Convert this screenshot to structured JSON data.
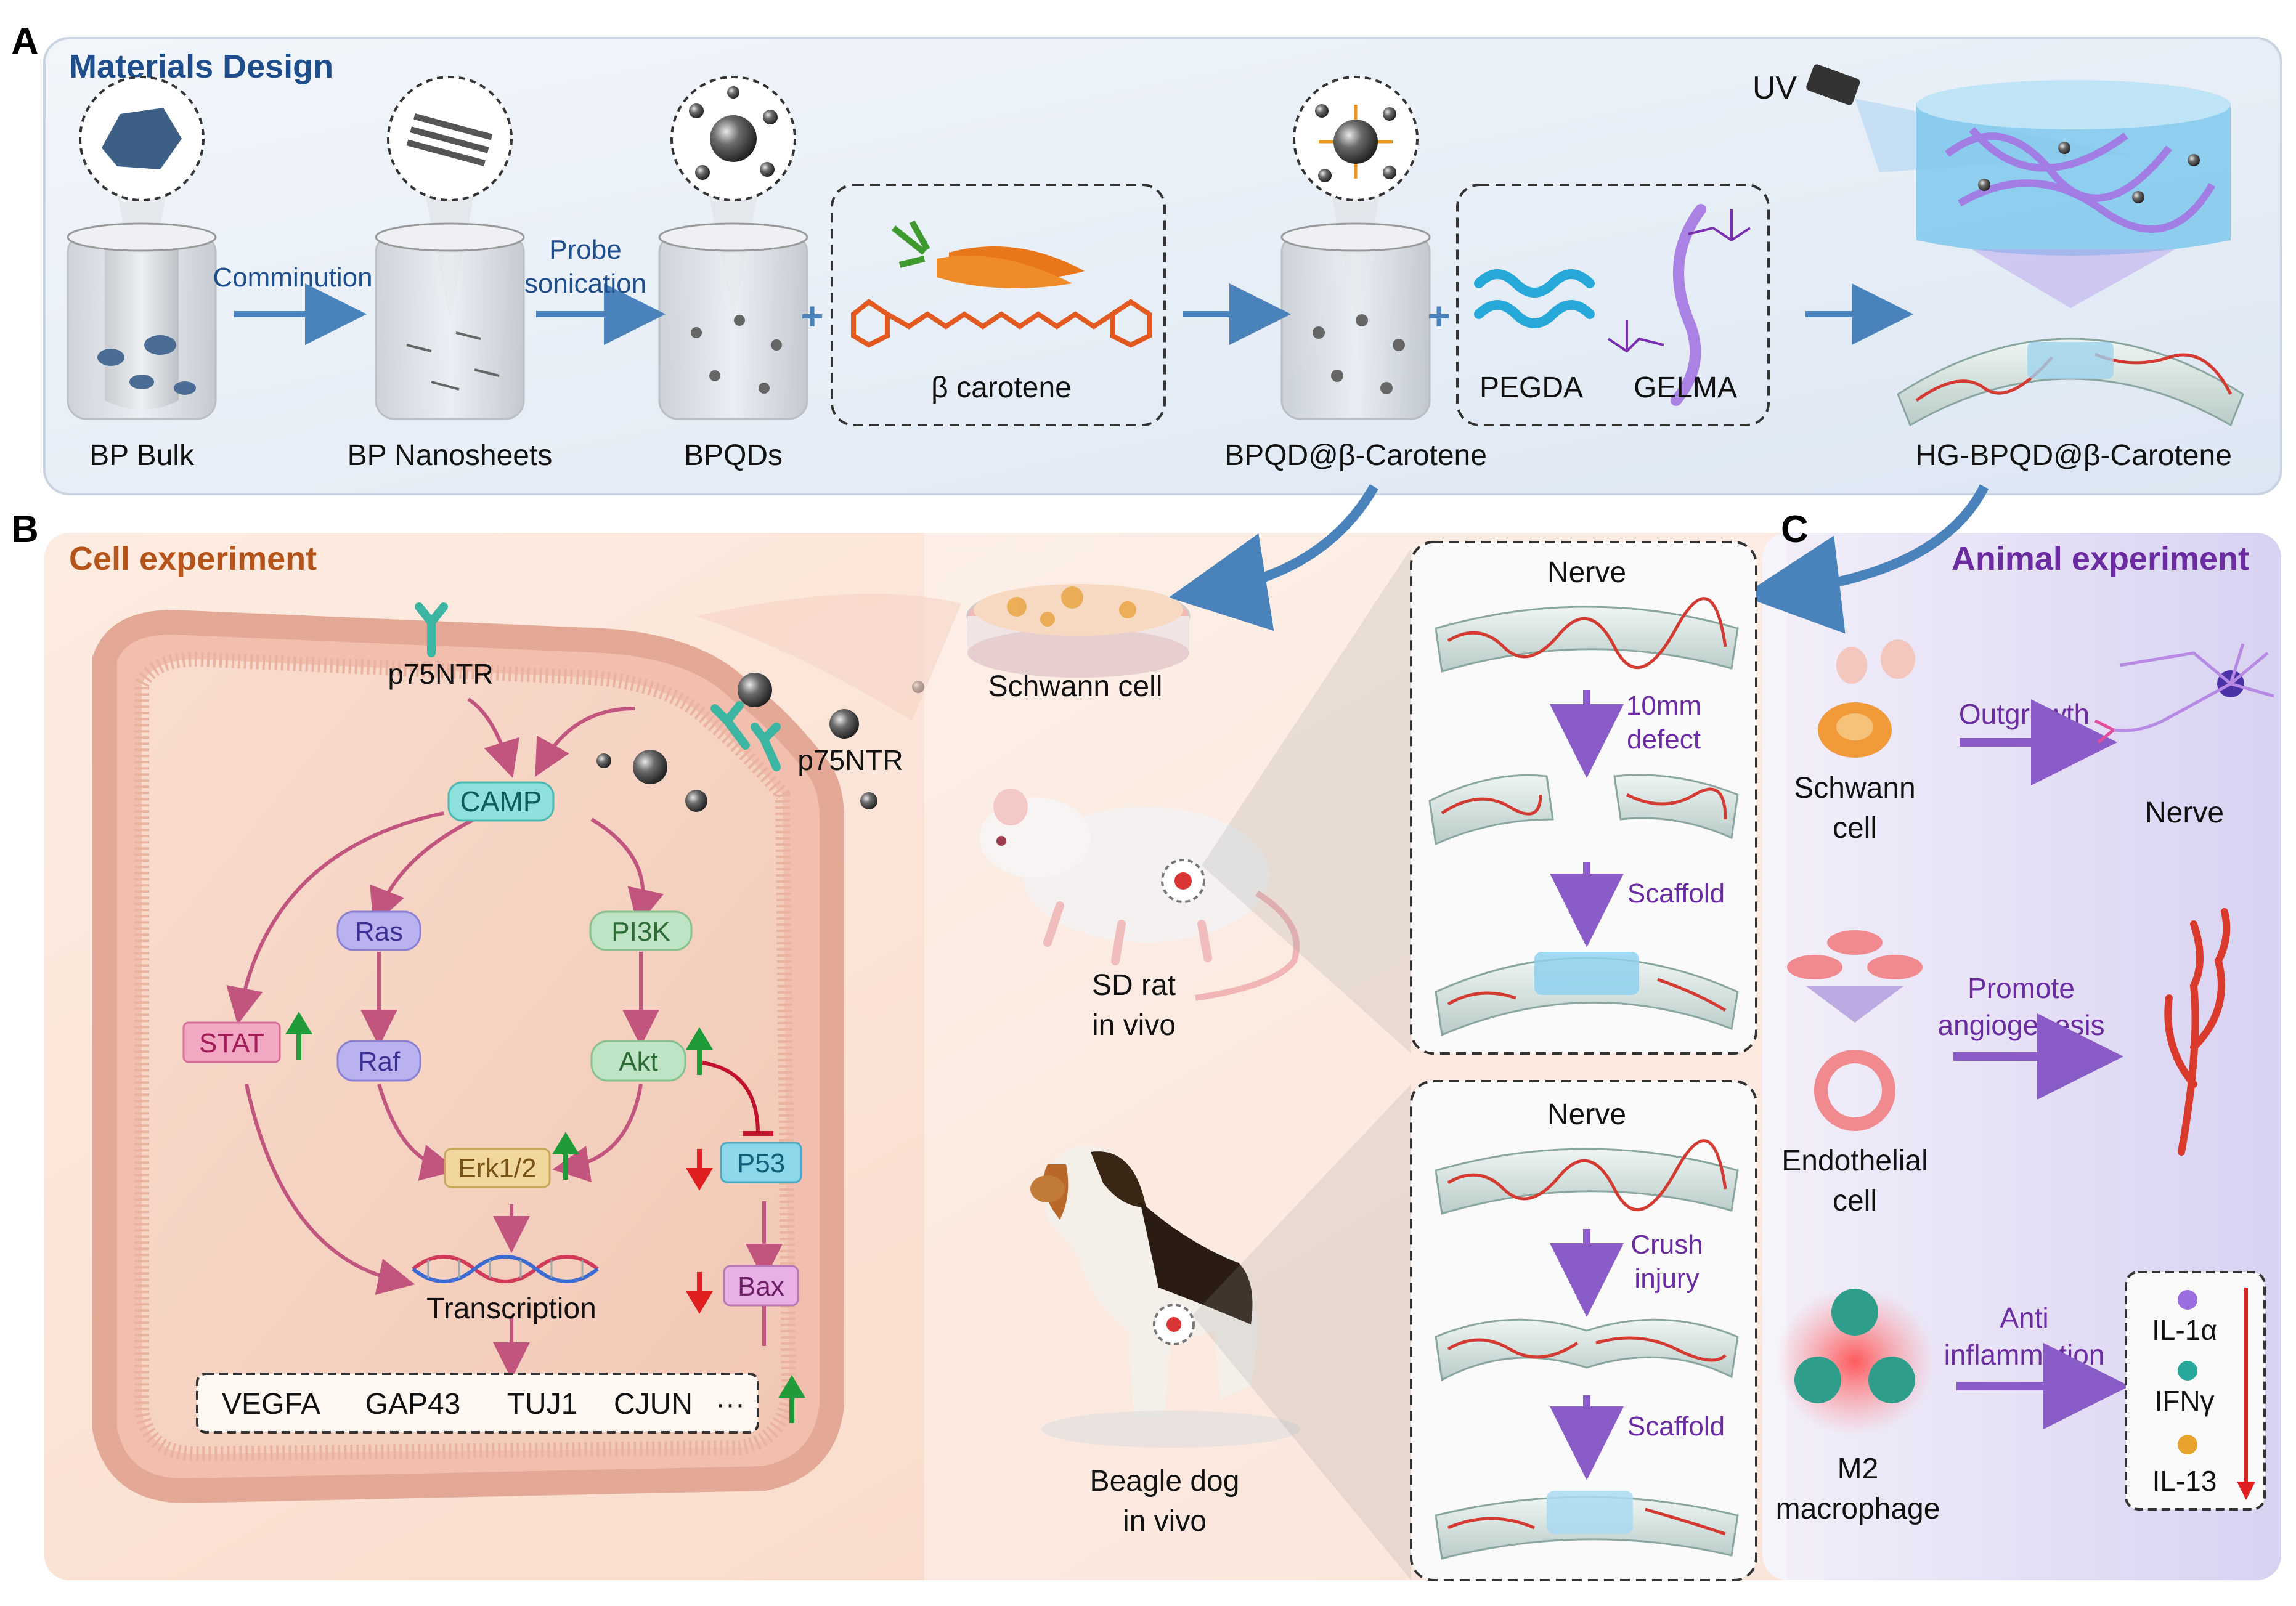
{
  "panel_a": {
    "letter": "A",
    "title": "Materials Design",
    "uv": "UV",
    "step1": "Comminution",
    "step2_line1": "Probe",
    "step2_line2": "sonication",
    "plus": "+",
    "beta_carotene": "β carotene",
    "pegda": "PEGDA",
    "gelma": "GELMA",
    "labels": {
      "bp_bulk": "BP Bulk",
      "bp_nanosheets": "BP Nanosheets",
      "bpqds": "BPQDs",
      "bpqd_carotene": "BPQD@β-Carotene",
      "hg_bpqd": "HG-BPQD@β-Carotene"
    }
  },
  "panel_b": {
    "letter": "B",
    "title": "Cell experiment",
    "p75ntr": "p75NTR",
    "camp": "CAMP",
    "ras": "Ras",
    "raf": "Raf",
    "pi3k": "PI3K",
    "akt": "Akt",
    "stat": "STAT",
    "erk": "Erk1/2",
    "p53": "P53",
    "bax": "Bax",
    "transcription": "Transcription",
    "genes": [
      "VEGFA",
      "GAP43",
      "TUJ1",
      "CJUN",
      "···"
    ],
    "schwann_dish": "Schwann cell",
    "rat_line1": "SD rat",
    "rat_line2": "in vivo",
    "dog_line1": "Beagle dog",
    "dog_line2": "in vivo"
  },
  "models": {
    "rat": {
      "nerve": "Nerve",
      "step1_line1": "10mm",
      "step1_line2": "defect",
      "step2": "Scaffold"
    },
    "dog": {
      "nerve": "Nerve",
      "step1_line1": "Crush",
      "step1_line2": "injury",
      "step2": "Scaffold"
    }
  },
  "panel_c": {
    "letter": "C",
    "title": "Animal experiment",
    "row1": {
      "cell_line1": "Schwann",
      "cell_line2": "cell",
      "action": "Outgrowth",
      "result": "Nerve"
    },
    "row2": {
      "cell_line1": "Endothelial",
      "cell_line2": "cell",
      "action_line1": "Promote",
      "action_line2": "angiogenesis"
    },
    "row3": {
      "cell_line1": "M2",
      "cell_line2": "macrophage",
      "action_line1": "Anti",
      "action_line2": "inflammation",
      "cytokines": [
        "IL-1α",
        "IFNγ",
        "IL-13"
      ]
    }
  },
  "colors": {
    "panel_a_bg": "#e4ecf6",
    "panel_b_bg": "#fbe3d6",
    "panel_c_bg": "#e6e2f6",
    "title_blue": "#1f4e8c",
    "title_orange": "#b5541a",
    "title_purple": "#6a2ca0",
    "arrow_blue": "#4a82bc",
    "arrow_pink": "#c2557e",
    "arrow_purple": "#8a5cc8",
    "nerve_red": "#d23a32",
    "up_green": "#1f9b3a",
    "down_red": "#e02020"
  },
  "icons": [
    "uv-lamp-icon",
    "beaker-icon",
    "carrot-icon",
    "hydrogel-icon",
    "nerve-conduit-icon",
    "petri-dish-icon",
    "rat-icon",
    "dog-icon",
    "cell-membrane-icon",
    "dna-helix-icon",
    "neuron-icon",
    "blood-vessel-icon",
    "macrophage-icon"
  ]
}
